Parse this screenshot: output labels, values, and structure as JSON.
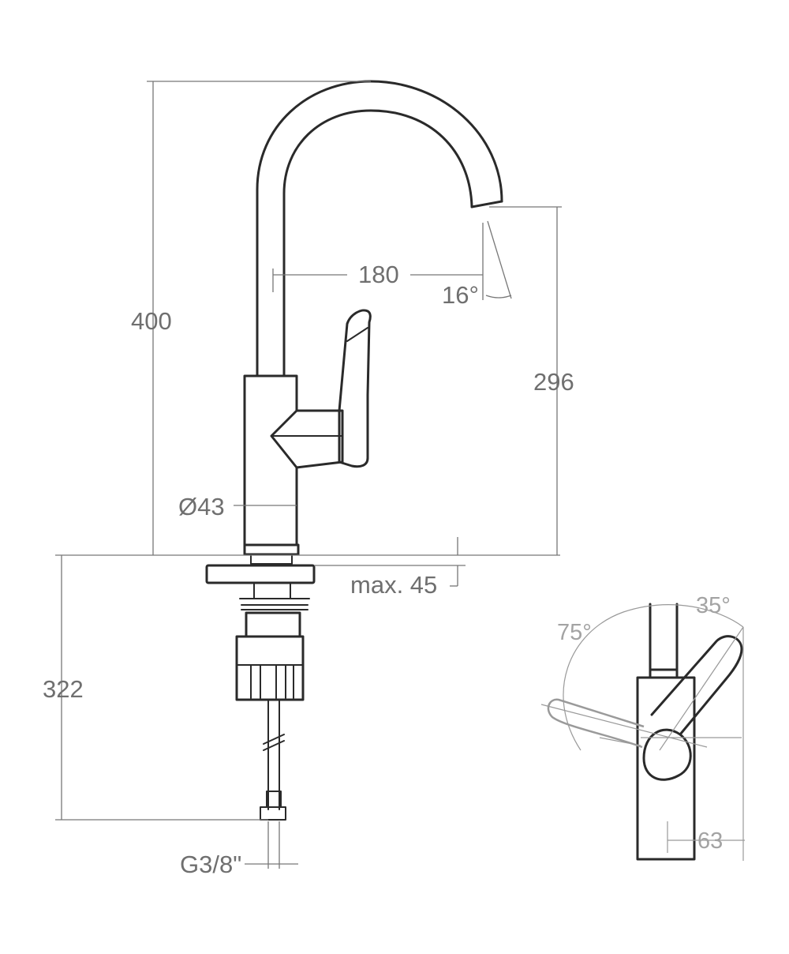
{
  "dimensions": {
    "height_total": "400",
    "reach": "180",
    "spout_angle": "16°",
    "spout_height": "296",
    "body_diameter": "Ø43",
    "deck_thickness": "max. 45",
    "hose_length": "322",
    "connection": "G3/8\""
  },
  "handle_detail": {
    "rotation_left": "75°",
    "rotation_right": "35°",
    "offset": "63"
  }
}
